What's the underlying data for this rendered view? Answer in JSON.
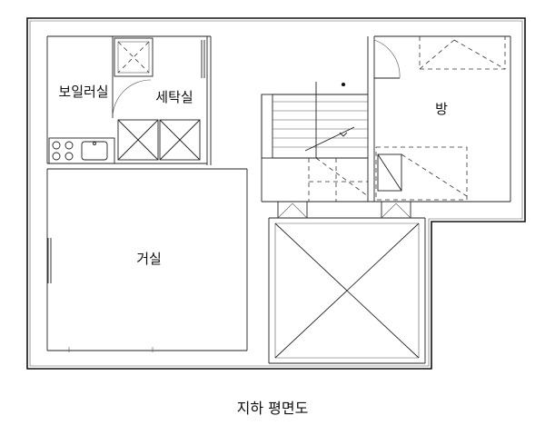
{
  "rooms": {
    "boiler": "보일러실",
    "laundry": "세탁실",
    "bedroom": "방",
    "living": "거실"
  },
  "caption": "지하 평면도"
}
